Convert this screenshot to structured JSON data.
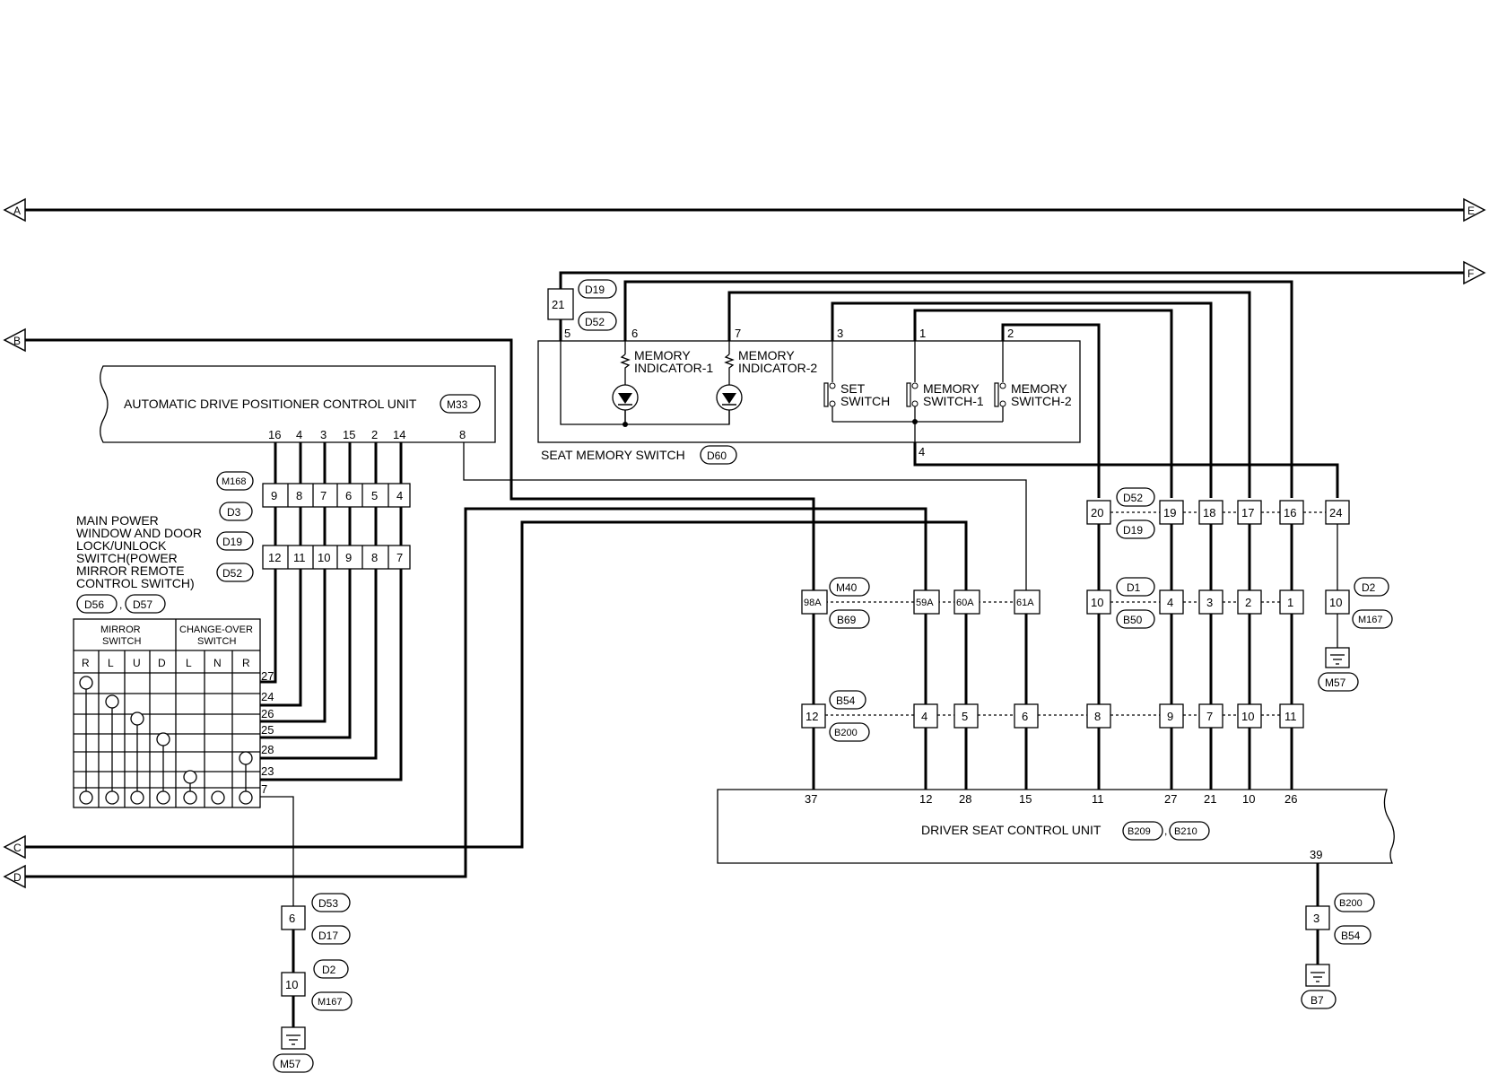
{
  "connectors": {
    "arrows": [
      "A",
      "B",
      "C",
      "D",
      "E",
      "F"
    ]
  },
  "units": {
    "adp": {
      "title": "AUTOMATIC DRIVE POSITIONER CONTROL UNIT",
      "code": "M33",
      "pins": [
        "16",
        "4",
        "3",
        "15",
        "2",
        "14",
        "8"
      ]
    },
    "seat_memory": {
      "title": "SEAT MEMORY SWITCH",
      "code": "D60",
      "pins": [
        "5",
        "6",
        "7",
        "3",
        "1",
        "2",
        "4"
      ],
      "mem_ind_1": [
        "MEMORY",
        "INDICATOR-1"
      ],
      "mem_ind_2": [
        "MEMORY",
        "INDICATOR-2"
      ],
      "set_switch": [
        "SET",
        "SWITCH"
      ],
      "mem_sw_1": [
        "MEMORY",
        "SWITCH-1"
      ],
      "mem_sw_2": [
        "MEMORY",
        "SWITCH-2"
      ]
    },
    "main_power": {
      "title_lines": [
        "MAIN POWER",
        "WINDOW AND DOOR",
        "LOCK/UNLOCK",
        "SWITCH(POWER",
        "MIRROR REMOTE",
        "CONTROL SWITCH)"
      ],
      "codes": [
        "D56",
        "D57"
      ],
      "mirror_switch": [
        "MIRROR",
        "SWITCH"
      ],
      "change_over": [
        "CHANGE-OVER",
        "SWITCH"
      ],
      "mirror_cols": [
        "R",
        "L",
        "U",
        "D"
      ],
      "change_cols": [
        "L",
        "N",
        "R"
      ],
      "pins": [
        "27",
        "24",
        "26",
        "25",
        "28",
        "23",
        "7"
      ]
    },
    "driver_seat": {
      "title": "DRIVER SEAT CONTROL UNIT",
      "codes": [
        "B209",
        "B210"
      ],
      "pins": [
        "37",
        "12",
        "28",
        "15",
        "11",
        "27",
        "21",
        "10",
        "26",
        "39"
      ]
    }
  },
  "harness": {
    "m168_row": [
      "9",
      "8",
      "7",
      "6",
      "5",
      "4"
    ],
    "d52_row": [
      "12",
      "11",
      "10",
      "9",
      "8",
      "7"
    ],
    "codes_left": [
      "M168",
      "D3",
      "D19",
      "D52"
    ],
    "top_21": "21",
    "top_21_codes": [
      "D19",
      "D52"
    ],
    "d52_top_row": [
      "20",
      "19",
      "18",
      "17",
      "16",
      "24"
    ],
    "d52_top_codes": [
      "D52",
      "D19"
    ],
    "m40_row": [
      "98A",
      "59A",
      "60A",
      "61A"
    ],
    "m40_codes": [
      "M40",
      "B69"
    ],
    "d1_row": [
      "10",
      "4",
      "3",
      "2",
      "1"
    ],
    "d1_codes": [
      "D1",
      "B50"
    ],
    "d2_right": "10",
    "d2_right_codes": [
      "D2",
      "M167"
    ],
    "gnd_right": "M57",
    "b54_row": [
      "12",
      "4",
      "5",
      "6",
      "8",
      "9",
      "7",
      "10",
      "11"
    ],
    "b54_codes": [
      "B54",
      "B200"
    ],
    "bottom_left_6": "6",
    "bottom_left_6_codes": [
      "D53",
      "D17"
    ],
    "bottom_left_10": "10",
    "bottom_left_10_codes": [
      "D2",
      "M167"
    ],
    "gnd_left": "M57",
    "bottom_right_3": "3",
    "bottom_right_3_codes": [
      "B200",
      "B54"
    ],
    "gnd_b7": "B7"
  }
}
